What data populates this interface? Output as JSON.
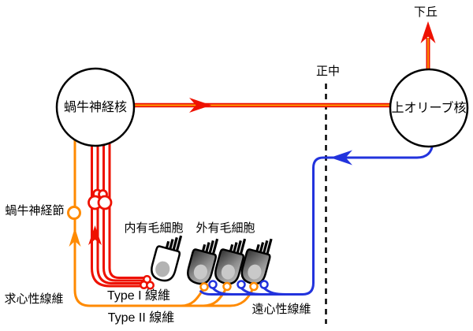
{
  "diagram": {
    "nodes": {
      "cochlear_nucleus": {
        "label": "蝸牛神経核"
      },
      "superior_olivary_nucleus": {
        "label": "上オリーブ核"
      },
      "inferior_colliculus": {
        "label": "下丘"
      }
    },
    "labels": {
      "midline": "正中",
      "cochlear_ganglion": "蝸牛神経節",
      "inner_hair_cell": "内有毛細胞",
      "outer_hair_cell": "外有毛細胞",
      "type1_fiber": "Type I 線維",
      "type2_fiber": "Type II 線維",
      "afferent_fiber": "求心性線維",
      "efferent_fiber": "遠心性線維"
    },
    "colors": {
      "afferent_type1_red": "#ee1100",
      "line_core_orange": "#ffaa00",
      "afferent_type2_orange": "#ff8a00",
      "efferent_blue": "#2233dd",
      "outline_black": "#000000",
      "node_fill": "#ffffff",
      "ihc_nucleus_gray": "#b3b3b3",
      "ohc_nucleus_gray": "#c9c9c9"
    }
  }
}
